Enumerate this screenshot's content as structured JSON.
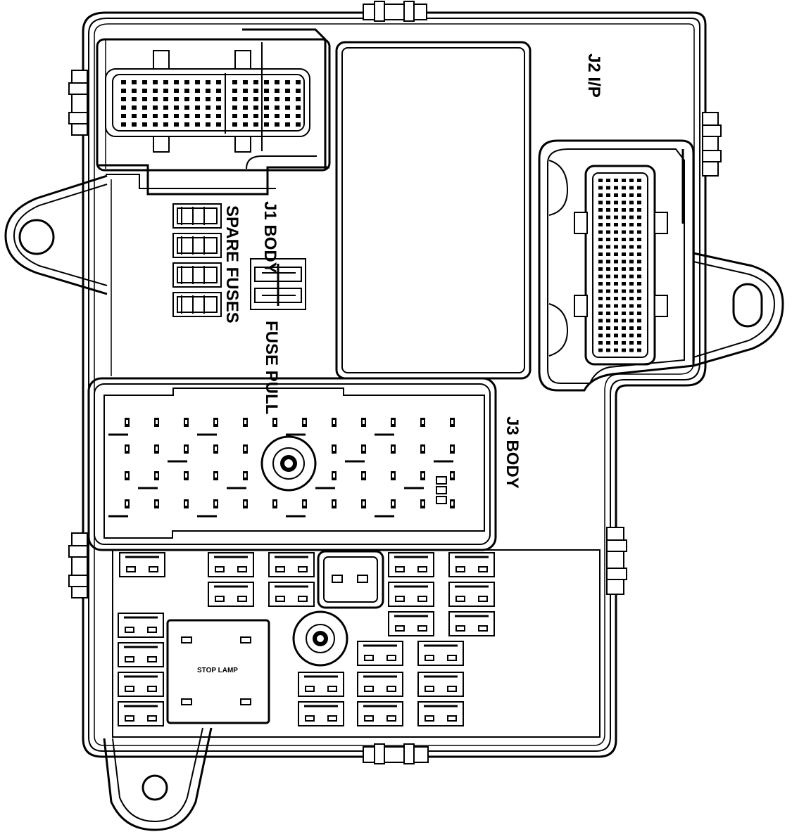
{
  "labels": {
    "j1_body": "J1 BODY",
    "j2_ip": "J2 I/P",
    "j3_body": "J3 BODY",
    "spare_fuses": "SPARE FUSES",
    "fuse_pull": "FUSE PULL",
    "stop_lamp": "STOP LAMP"
  },
  "colors": {
    "ink": "#000000",
    "paper": "#ffffff"
  }
}
